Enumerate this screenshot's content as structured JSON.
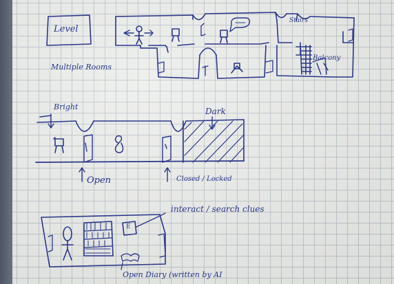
{
  "colors": {
    "ink": "#2a3688",
    "paper": "#e9ebe8",
    "grid": "#b9c0c6"
  },
  "labels": {
    "level": "Level",
    "multiple_rooms": "Multiple Rooms",
    "stairs": "Stairs",
    "balcony": "Balcony",
    "bright": "Bright",
    "dark": "Dark",
    "open": "Open",
    "closed_locked": "Closed / Locked",
    "interact": "interact / search clues",
    "open_diary": "Open Diary (written by AI",
    "key_e": "E"
  }
}
